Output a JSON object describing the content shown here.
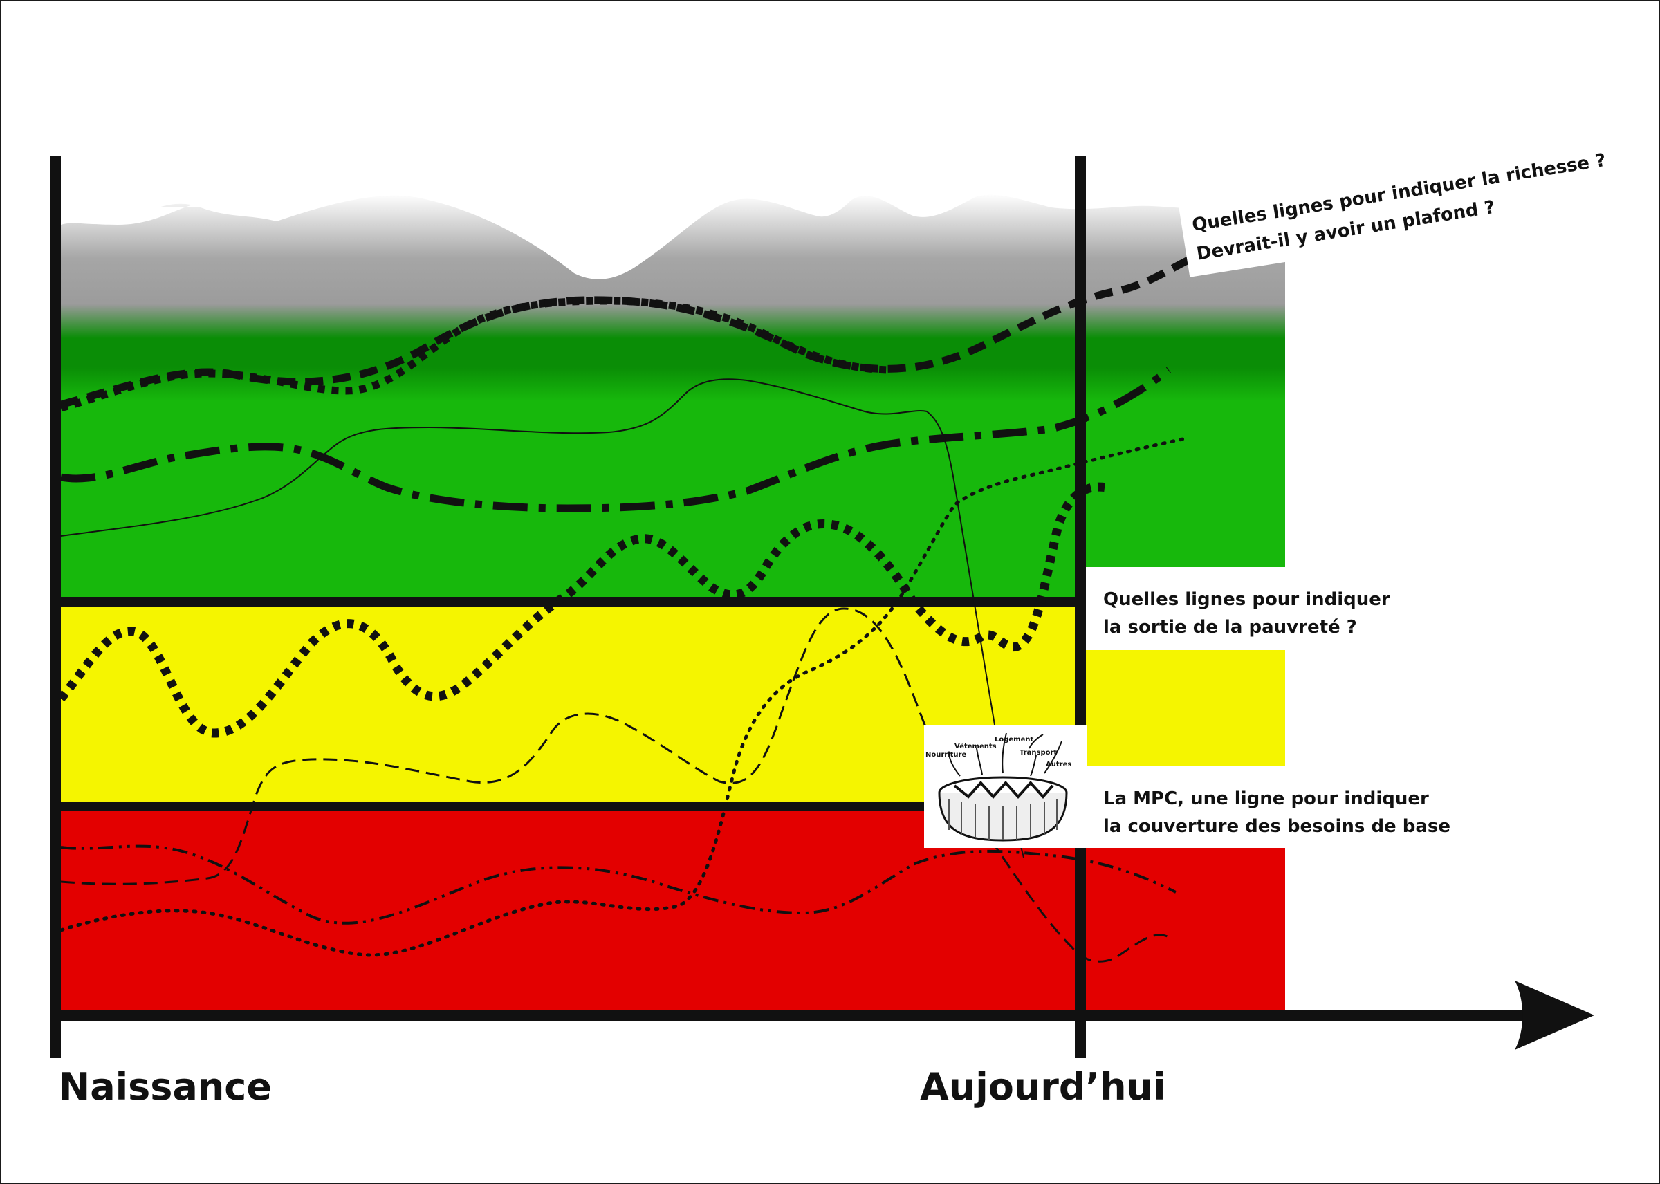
{
  "colors": {
    "wealth_zone": "#17b80c",
    "wealth_band": "#0a8d06",
    "ceiling_gray": "#a6a6a6",
    "poverty_exit_zone": "#f5f500",
    "basic_needs_zone": "#e30000",
    "lines": "#111111"
  },
  "axis": {
    "start_label": "Naissance",
    "today_label": "Aujourd’hui"
  },
  "questions": {
    "richesse_line1": "Quelles lignes pour indiquer la richesse ?",
    "richesse_line2": "Devrait-il y avoir un plafond ?",
    "pauvrete_line1": "Quelles lignes pour indiquer",
    "pauvrete_line2": "la sortie de la pauvreté ?",
    "mpc_line1": "La MPC, une ligne pour indiquer",
    "mpc_line2": "la couverture des besoins de base"
  },
  "basket": {
    "icon": "basket-icon",
    "labels": [
      "Nourriture",
      "Vêtements",
      "Logement",
      "Transport",
      "Autres"
    ]
  },
  "trajectories": [
    {
      "name": "dashed-bold-line",
      "style": "bold dashed"
    },
    {
      "name": "square-dotted-upper-line",
      "style": "square dotted"
    },
    {
      "name": "dash-dot-line",
      "style": "dash dot"
    },
    {
      "name": "thin-solid-line",
      "style": "solid thin"
    },
    {
      "name": "fine-dotted-rising-line",
      "style": "fine dotted"
    },
    {
      "name": "square-dotted-lower-line",
      "style": "square dotted"
    },
    {
      "name": "dashed-thin-line",
      "style": "thin dashed"
    },
    {
      "name": "dash-dot-dot-line",
      "style": "dash dot dot"
    }
  ]
}
